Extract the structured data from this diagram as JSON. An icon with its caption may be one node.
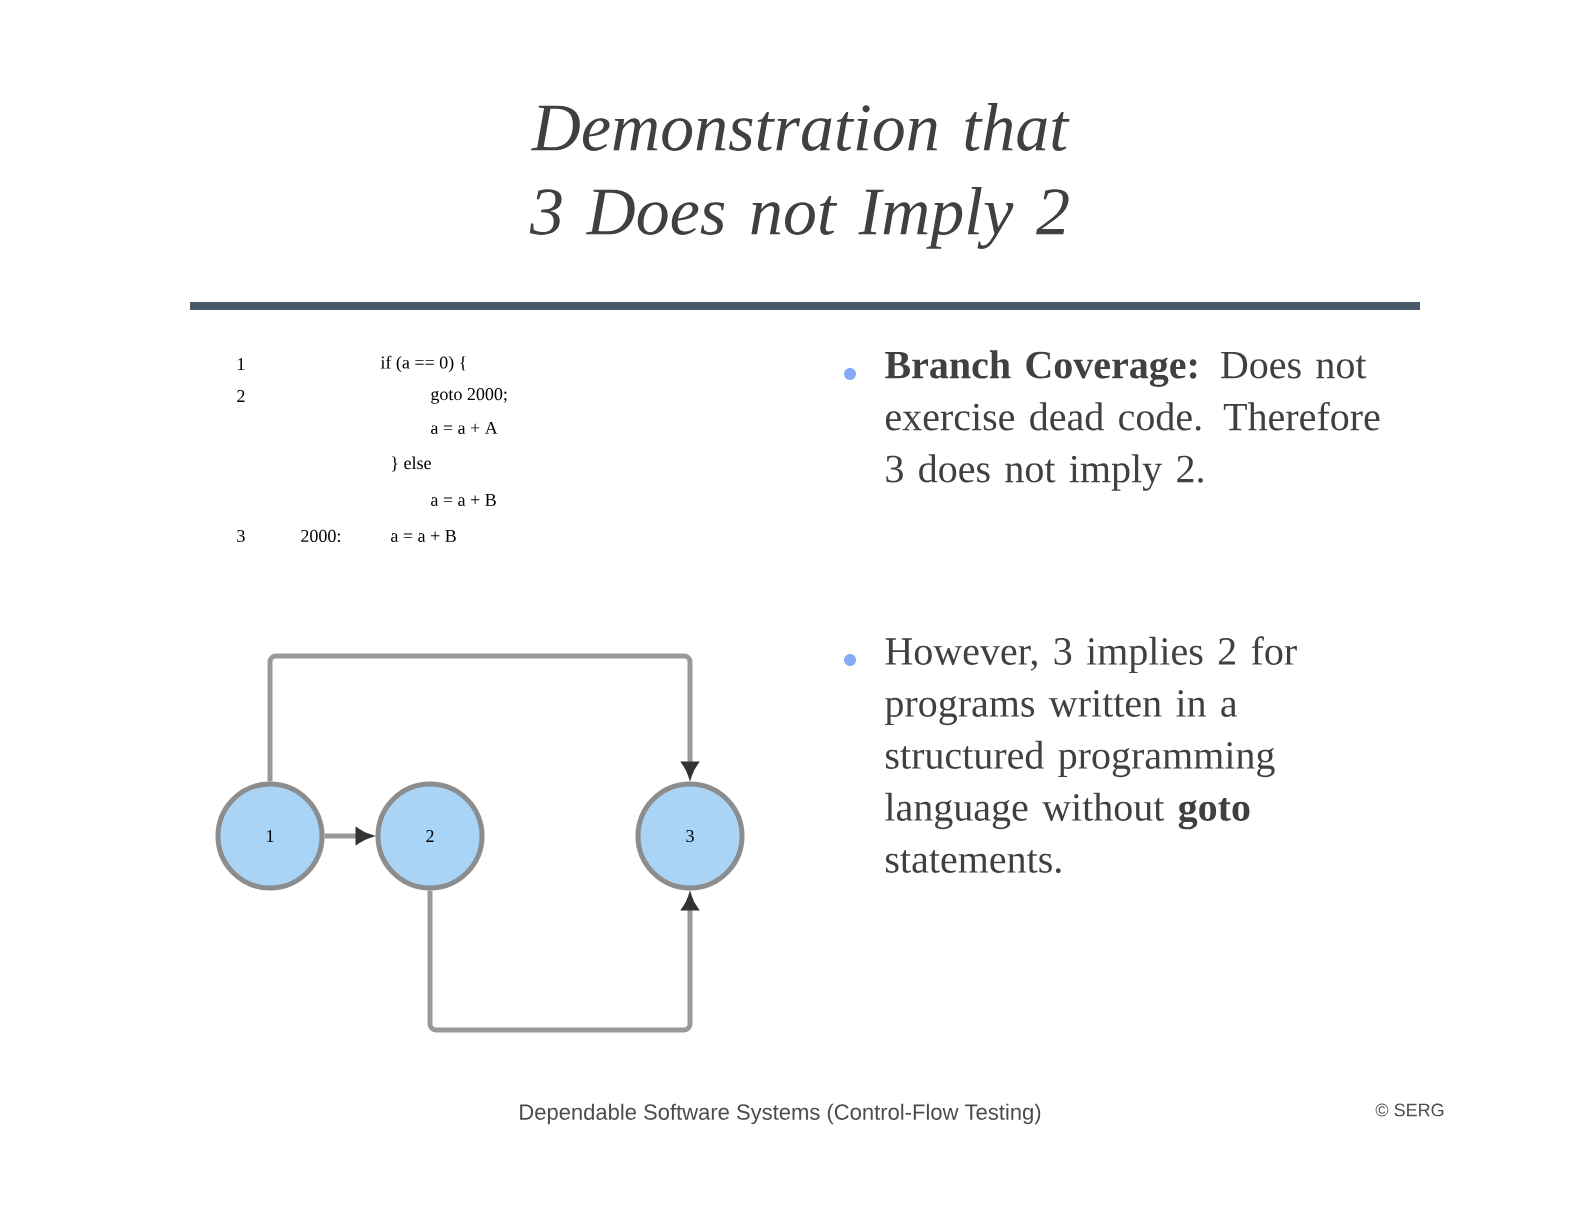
{
  "diagram": {
    "title": "Demonstration that 3 Does not Imply 2",
    "nodes": [
      {
        "text": [
          "1"
        ]
      },
      {
        "text": [
          "2"
        ]
      },
      {
        "text": [
          "3"
        ]
      }
    ],
    "edges": [
      {
        "from": 0,
        "to": 1,
        "arrow": "to"
      },
      {
        "from": 0,
        "to": 2,
        "arrow": "to"
      },
      {
        "from": 1,
        "to": 2,
        "arrow": "to"
      }
    ],
    "labels": [
      "1",
      "if (a == 0) {",
      "2",
      "goto 2000;",
      "a = a + A",
      "} else",
      "a = a + B",
      "3",
      "2000:",
      "a = a + B",
      "**Branch Coverage:** Does not exercise dead code. Therefore 3 does not imply 2.",
      "However, 3 implies 2 for programs written in a structured programming language without **goto** statements.",
      "Dependable Software Systems (Control-Flow Testing)",
      "© SERG"
    ]
  }
}
